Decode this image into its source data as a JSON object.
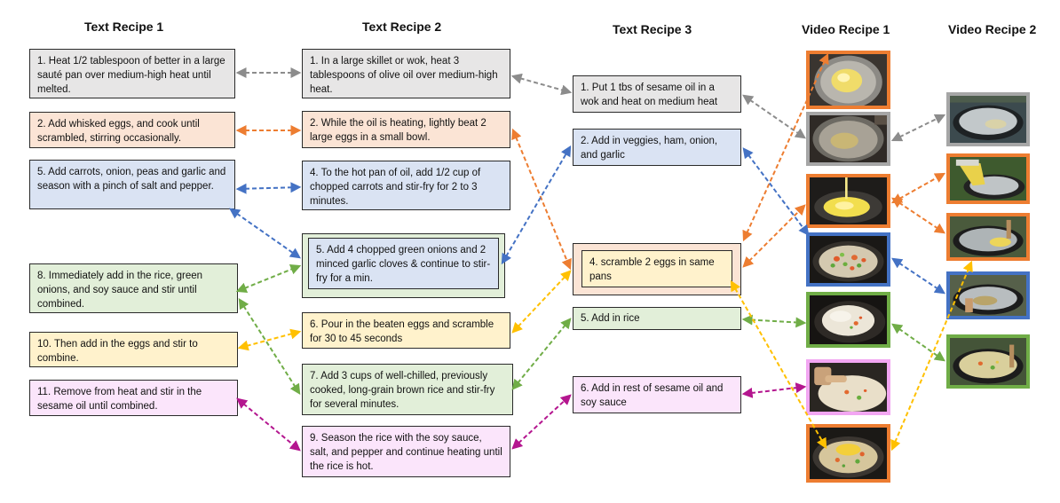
{
  "headers": {
    "text1": "Text Recipe 1",
    "text2": "Text Recipe 2",
    "text3": "Text Recipe 3",
    "video1": "Video Recipe 1",
    "video2": "Video Recipe 2"
  },
  "colors": {
    "gray": "#8c8c8c",
    "orange": "#ed7d31",
    "blue": "#4472c4",
    "green": "#70ad47",
    "yellow": "#ffc000",
    "magenta": "#b4168f",
    "pink": "#f2a6f2",
    "fill_gray": "#e7e6e6",
    "fill_orange": "#fbe4d5",
    "fill_blue": "#dae3f3",
    "fill_green": "#e2efd9",
    "fill_yellow": "#fff2cc",
    "fill_magenta": "#fbe5fb"
  },
  "recipe1": [
    {
      "id": "r1s1",
      "text": "1. Heat 1/2 tablespoon of better in a large sauté pan over medium-high heat until melted."
    },
    {
      "id": "r1s2",
      "text": "2. Add whisked eggs, and cook until scrambled, stirring occasionally."
    },
    {
      "id": "r1s5",
      "text": "5. Add carrots, onion, peas and garlic and season with a pinch of salt and pepper."
    },
    {
      "id": "r1s8",
      "text": "8. Immediately add in the rice, green onions, and soy sauce and stir until combined."
    },
    {
      "id": "r1s10",
      "text": "10. Then add in the eggs and stir to combine."
    },
    {
      "id": "r1s11",
      "text": "11. Remove from heat and stir in the sesame oil until combined."
    }
  ],
  "recipe2": [
    {
      "id": "r2s1",
      "text": "1. In a large skillet or wok, heat 3 tablespoons of olive oil over medium-high heat."
    },
    {
      "id": "r2s2",
      "text": "2. While the oil is heating, lightly beat 2 large eggs in a small bowl."
    },
    {
      "id": "r2s4",
      "text": "4. To the hot pan of oil, add 1/2 cup of chopped carrots and stir-fry for 2 to 3 minutes."
    },
    {
      "id": "r2s5",
      "text": "5. Add 4 chopped green onions and 2 minced garlic cloves & continue to stir-fry for a min."
    },
    {
      "id": "r2s6",
      "text": "6. Pour in the beaten eggs and scramble for 30 to 45 seconds"
    },
    {
      "id": "r2s7",
      "text": "7. Add 3 cups of well-chilled, previously cooked, long-grain brown rice and stir-fry for several minutes."
    },
    {
      "id": "r2s9",
      "text": "9. Season the rice with the soy sauce, salt, and pepper and continue heating until the rice is hot."
    }
  ],
  "recipe3": [
    {
      "id": "r3s1",
      "text": "1. Put 1 tbs of sesame oil in a wok and heat on medium heat"
    },
    {
      "id": "r3s2",
      "text": "2. Add in veggies, ham, onion, and garlic"
    },
    {
      "id": "r3s4",
      "text": "4. scramble 2 eggs in same pans"
    },
    {
      "id": "r3s5",
      "text": "5. Add in rice"
    },
    {
      "id": "r3s6",
      "text": "6. Add in rest of sesame oil and soy sauce"
    }
  ],
  "video1": [
    {
      "id": "v1f1",
      "scene": "oil-heating-in-wok",
      "border": "orange"
    },
    {
      "id": "v1f2",
      "scene": "oil-in-empty-pan",
      "border": "gray"
    },
    {
      "id": "v1f3",
      "scene": "eggs-pouring-into-pan",
      "border": "orange"
    },
    {
      "id": "v1f4",
      "scene": "vegetables-frying",
      "border": "blue"
    },
    {
      "id": "v1f5",
      "scene": "rice-added-to-pan",
      "border": "green"
    },
    {
      "id": "v1f6",
      "scene": "sauce-poured-on-rice",
      "border": "pink"
    },
    {
      "id": "v1f7",
      "scene": "fried-rice-with-egg",
      "border": "orange"
    }
  ],
  "video2": [
    {
      "id": "v2f1",
      "scene": "oil-in-wok",
      "border": "gray"
    },
    {
      "id": "v2f2",
      "scene": "eggs-pouring-into-wok",
      "border": "orange"
    },
    {
      "id": "v2f3",
      "scene": "eggs-frying-in-wok",
      "border": "orange"
    },
    {
      "id": "v2f4",
      "scene": "vegetables-in-wok",
      "border": "blue"
    },
    {
      "id": "v2f5",
      "scene": "fried-rice-in-wok",
      "border": "green"
    }
  ]
}
